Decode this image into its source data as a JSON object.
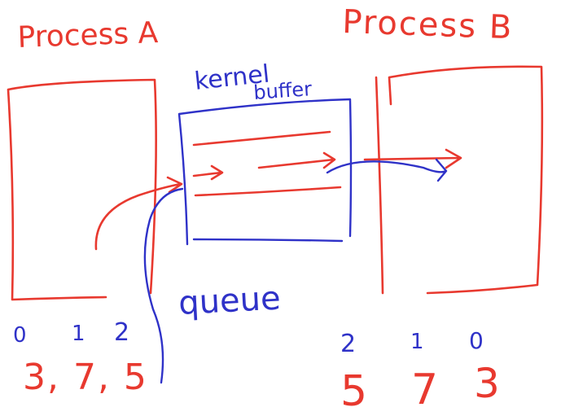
{
  "colors": {
    "red": "#e8392f",
    "blue": "#2f32c8",
    "background": "#ffffff"
  },
  "labels": {
    "process_a": "Process A",
    "process_b": "Process B",
    "kernel": "kernel",
    "buffer": "buffer",
    "queue": "queue"
  },
  "process_a": {
    "indices": [
      "0",
      "1",
      "2"
    ],
    "values": "3, 7, 5"
  },
  "process_b": {
    "indices": [
      "2",
      "1",
      "0"
    ],
    "values": [
      "5",
      "7",
      "3"
    ]
  }
}
